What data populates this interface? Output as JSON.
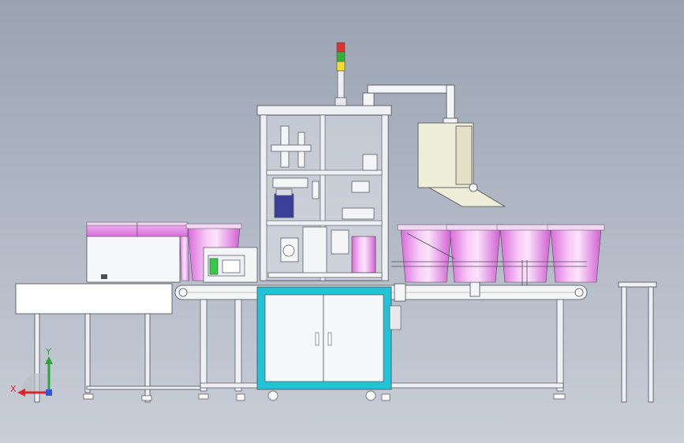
{
  "viewport": {
    "background_top": "#9aa3b2",
    "background_bottom": "#c9ced8"
  },
  "colors": {
    "frame_cyan": "#22c3d6",
    "bucket_pink": "#e47be6",
    "bucket_highlight": "#fbe3fb",
    "machine_line": "#4a4f57",
    "machine_fill": "#f4f5f7",
    "light_red": "#e0312b",
    "light_green": "#31b33a",
    "light_yellow": "#f1dd2a",
    "panel_green": "#33cc44",
    "motor_blue": "#3b3f9a",
    "labeler_beige": "#efeed8",
    "axis_x": "#d8272a",
    "axis_y": "#2aa63a",
    "axis_z": "#2f58d8"
  },
  "coordinate_triad": {
    "x_label": "X",
    "y_label": "Y"
  },
  "components": [
    "signal-tower",
    "enclosure-frame",
    "cabinet-base",
    "conveyor",
    "infeed-table",
    "outfeed-stand",
    "label-unit",
    "buckets"
  ]
}
